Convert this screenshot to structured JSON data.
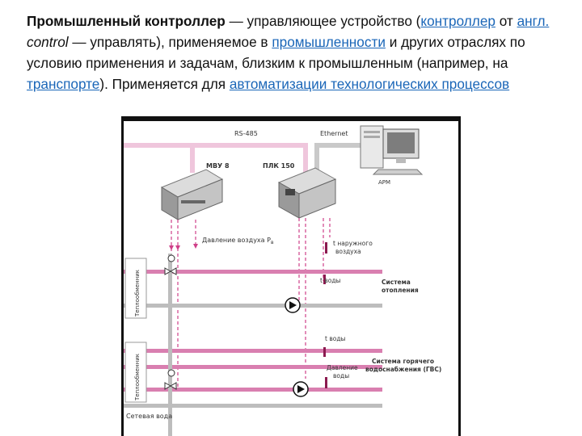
{
  "article": {
    "term": "Промышленный контроллер",
    "t1": " — управляющее устройство (",
    "link_controller": "контроллер",
    "t2": " от ",
    "link_english": "англ.",
    "t3": " ",
    "word_control": "control",
    "t4": " — управлять), применяемое в ",
    "link_industry": "промышленности",
    "t5": " и других отраслях по условию применения и задачам, близким к промышленным (например, на ",
    "link_transport": "транспорте",
    "t6": "). Применяется для ",
    "link_automation": "автоматизации технологических процессов"
  },
  "diagram": {
    "bus_rs485": "RS-485",
    "bus_ethernet": "Ethernet",
    "device_mvu": "МВУ 8",
    "device_plc": "ПЛК 150",
    "device_arm": "АРМ",
    "air_pressure": "Давление воздуха Р",
    "air_pressure_sub": "в",
    "outdoor_temp_1": "t наружного",
    "outdoor_temp_2": "воздуха",
    "water_temp_1": "t воды",
    "water_temp_2": "t воды",
    "heating_1": "Система",
    "heating_2": "отопления",
    "dhw_1": "Система горячего",
    "dhw_2": "водоснабжения (ГВС)",
    "water_pressure_1": "Давление",
    "water_pressure_2": "воды",
    "heat_exchanger_1": "Теплообменник",
    "heat_exchanger_2": "Теплообменник",
    "network_water": "Сетевая вода"
  },
  "colors": {
    "link": "#1a66b8",
    "pink_pipe": "#d97fb0",
    "gray_pipe": "#bdbdbd",
    "light_pink": "#efc6dc"
  }
}
